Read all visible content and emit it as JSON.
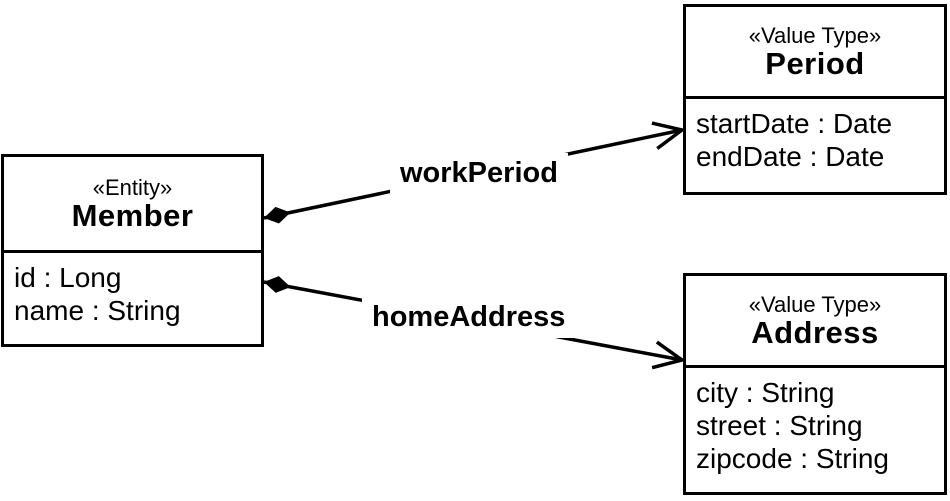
{
  "diagram": {
    "background_color": "#ffffff",
    "line_color": "#000000",
    "classes": [
      {
        "stereotype": "«Entity»",
        "name": "Member",
        "attributes": [
          "id : Long",
          "name : String"
        ]
      },
      {
        "stereotype": "«Value Type»",
        "name": "Period",
        "attributes": [
          "startDate : Date",
          "endDate : Date"
        ]
      },
      {
        "stereotype": "«Value Type»",
        "name": "Address",
        "attributes": [
          "city : String",
          "street : String",
          "zipcode : String"
        ]
      }
    ],
    "relations": [
      {
        "label": "workPeriod",
        "from": "Member",
        "to": "Period",
        "kind": "composition with open arrowhead"
      },
      {
        "label": "homeAddress",
        "from": "Member",
        "to": "Address",
        "kind": "composition with open arrowhead"
      }
    ]
  }
}
